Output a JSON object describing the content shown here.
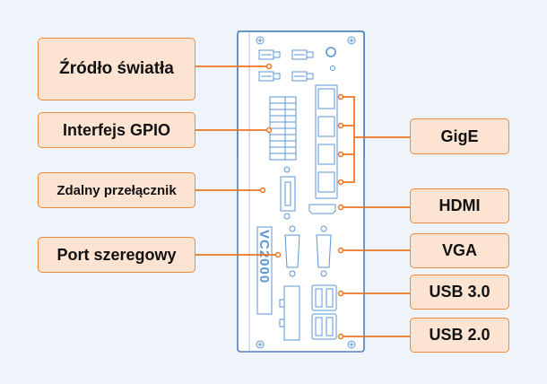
{
  "device": {
    "model": "VC2000"
  },
  "labels": {
    "light_source": "Źródło światła",
    "gpio": "Interfejs GPIO",
    "remote_switch": "Zdalny przełącznik",
    "serial_port": "Port szeregowy",
    "gige": "GigE",
    "hdmi": "HDMI",
    "vga": "VGA",
    "usb3": "USB 3.0",
    "usb2": "USB 2.0"
  },
  "colors": {
    "accent": "#ed7622",
    "device_line": "#5b95d6",
    "label_fill": "#fde4d2"
  }
}
